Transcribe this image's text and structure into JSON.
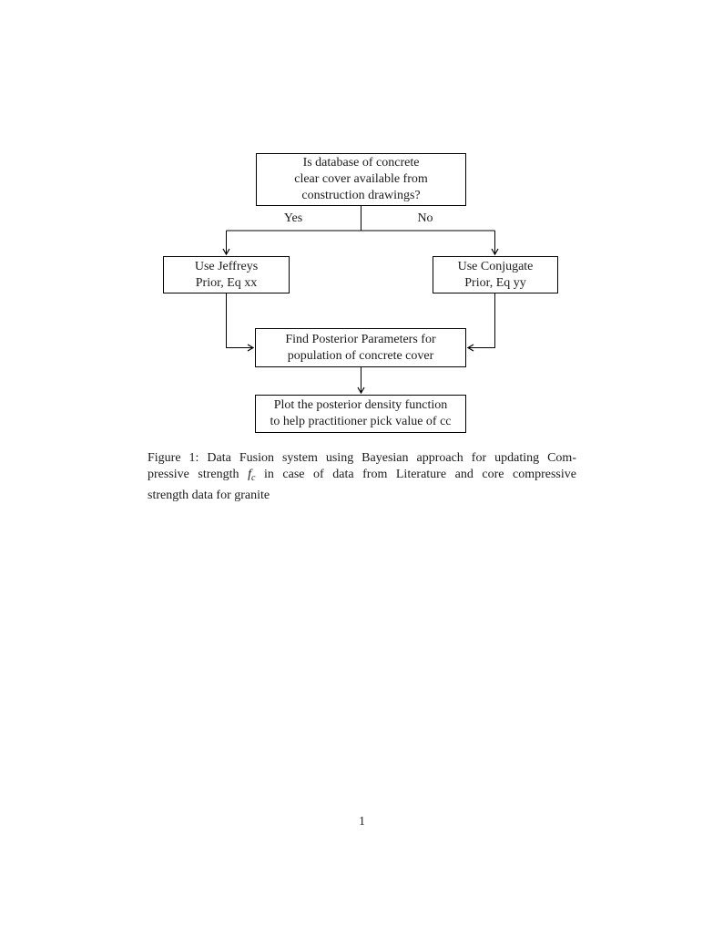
{
  "page": {
    "background": "#ffffff",
    "line_color": "#000000",
    "number": "1"
  },
  "flowchart": {
    "decision": {
      "line1": "Is database of concrete",
      "line2": "clear cover available from",
      "line3": "construction drawings?"
    },
    "branch_yes": "Yes",
    "branch_no": "No",
    "jeffreys": {
      "line1": "Use Jeffreys",
      "line2": "Prior, Eq xx"
    },
    "conjugate": {
      "line1": "Use Conjugate",
      "line2": "Prior, Eq yy"
    },
    "posterior": {
      "line1": "Find Posterior Parameters for",
      "line2": "population of concrete cover"
    },
    "plot": {
      "line1": "Plot the posterior density function",
      "line2": "to help practitioner pick value of cc"
    }
  },
  "caption": {
    "line1": "Figure 1: Data Fusion system using Bayesian approach for updating Com-",
    "line2_pre": "pressive strength ",
    "math_var": "f",
    "math_sub": "c",
    "line2_post": " in case of data from Literature and core compressive",
    "line3": "strength data for granite"
  }
}
